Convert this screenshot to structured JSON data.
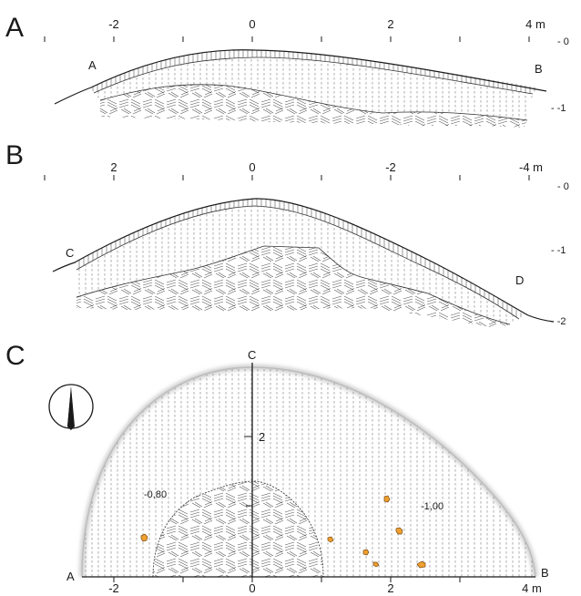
{
  "panels": {
    "a": {
      "letter": "A",
      "top_axis_labels": [
        "-2",
        "0",
        "2",
        "4 m"
      ],
      "depth_labels": [
        "- 0",
        "- -1"
      ],
      "point_left": "A",
      "point_right": "B"
    },
    "b": {
      "letter": "B",
      "top_axis_labels": [
        "2",
        "0",
        "-2",
        "-4 m"
      ],
      "depth_labels": [
        "- 0",
        "- -1",
        "- -2"
      ],
      "point_left": "C",
      "point_right": "D"
    },
    "c": {
      "letter": "C",
      "bottom_axis_labels": [
        "-2",
        "0",
        "2",
        "4 m"
      ],
      "vertical_axis_label": "2",
      "point_top": "C",
      "point_left": "A",
      "point_right": "B",
      "elevation_left": "-0,80",
      "elevation_right": "-1,00",
      "north_arrow_icon": "north-arrow-icon"
    }
  },
  "colors": {
    "line": "#1a1a1a",
    "hatch": "#888888",
    "find": "#f0a030",
    "halo": "#cfcfcf"
  }
}
